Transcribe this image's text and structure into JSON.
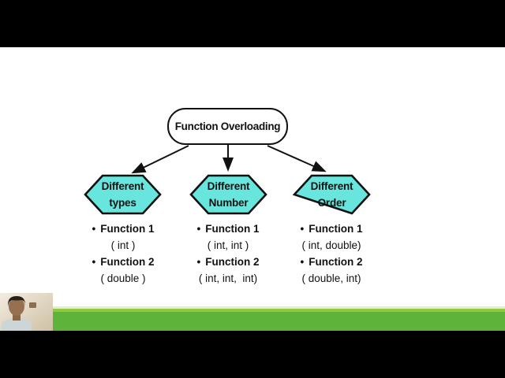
{
  "colors": {
    "letterbox": "#000000",
    "slide_bg": "#ffffff",
    "shape_border": "#111111",
    "hexagon_fill": "#68e5dc",
    "green_main": "#5eb43b",
    "green_light": "#93c83d",
    "green_pale": "#e2f0cd",
    "webcam_wall": "#dfd5c2",
    "webcam_skin": "#96704f",
    "webcam_hair": "#272019",
    "webcam_shirt": "#ccd5d8"
  },
  "diagram": {
    "bullet": "•",
    "root": {
      "label": "Function Overloading"
    },
    "branches": [
      {
        "label_line1": "Different",
        "label_line2": "types",
        "items": [
          {
            "name": "Function 1",
            "params": "( int )"
          },
          {
            "name": "Function 2",
            "params": "( double )"
          }
        ]
      },
      {
        "label_line1": "Different",
        "label_line2": "Number",
        "items": [
          {
            "name": "Function 1",
            "params": "( int, int )"
          },
          {
            "name": "Function 2",
            "params": "( int, int,  int)"
          }
        ]
      },
      {
        "label_line1": "Different",
        "label_line2": "Order",
        "items": [
          {
            "name": "Function 1",
            "params": "( int, double)"
          },
          {
            "name": "Function 2",
            "params": "( double, int)"
          }
        ]
      }
    ]
  }
}
